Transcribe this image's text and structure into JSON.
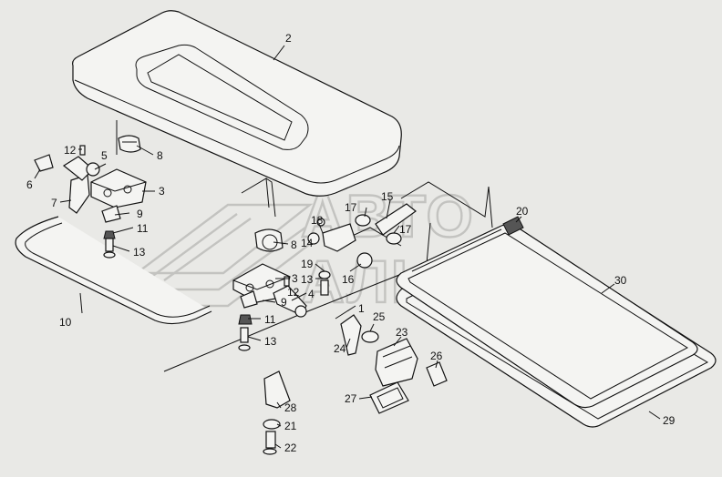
{
  "watermark": {
    "line1": "АВТО",
    "line2": "АЛЬЯНС"
  },
  "labels": {
    "l1": "1",
    "l2": "2",
    "l3a": "3",
    "l3b": "3",
    "l4": "4",
    "l5": "5",
    "l6": "6",
    "l7": "7",
    "l8a": "8",
    "l8b": "8",
    "l9a": "9",
    "l9b": "9",
    "l10": "10",
    "l11a": "11",
    "l11b": "11",
    "l12a": "12",
    "l12b": "12",
    "l13a": "13",
    "l13b": "13",
    "l13c": "13",
    "l14": "14",
    "l15": "15",
    "l16": "16",
    "l17a": "17",
    "l17b": "17",
    "l18": "18",
    "l19": "19",
    "l20": "20",
    "l21": "21",
    "l22": "22",
    "l23": "23",
    "l24": "24",
    "l25": "25",
    "l26": "26",
    "l27": "27",
    "l28": "28",
    "l29": "29",
    "l30": "30"
  }
}
